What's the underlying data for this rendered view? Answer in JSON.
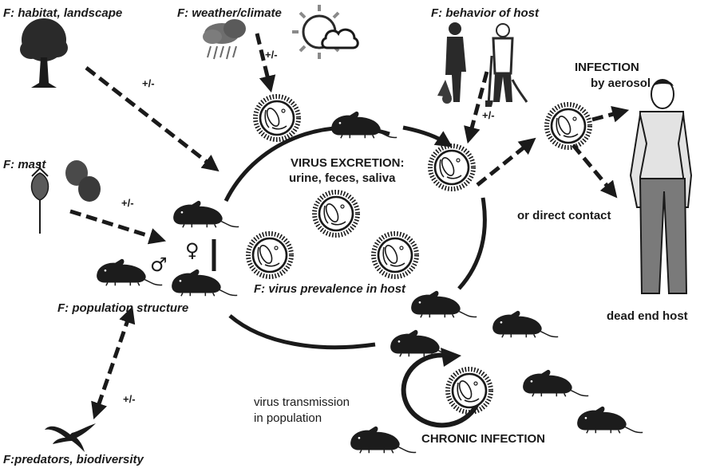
{
  "factors": {
    "habitat": "F: habitat, landscape",
    "weather": "F: weather/climate",
    "behavior": "F: behavior of host",
    "mast": "F: mast",
    "population": "F: population structure",
    "predators": "F:predators, biodiversity",
    "prevalence": "F: virus prevalence in host"
  },
  "modifiers": {
    "habitat": "+/-",
    "weather": "+/-",
    "behavior": "+/-",
    "mast": "+/-",
    "predators": "+/-"
  },
  "labels": {
    "excretion_title": "VIRUS EXCRETION:",
    "excretion_routes": "urine, feces, saliva",
    "infection_title": "INFECTION",
    "infection_route": "by aerosol",
    "direct_contact": "or direct contact",
    "dead_end_host": "dead end host",
    "transmission_line1": "virus transmission",
    "transmission_line2": "in population",
    "chronic_infection": "CHRONIC INFECTION"
  },
  "symbols": {
    "male": "♂",
    "female": "♀"
  },
  "icons": [
    "tree-icon",
    "storm-cloud-icon",
    "sun-cloud-icon",
    "workers-icon",
    "mast-fruit-icon",
    "rodent-icon",
    "virus-particle-icon",
    "human-figure-icon",
    "bird-of-prey-icon"
  ],
  "colors": {
    "ink": "#1a1a1a",
    "rodent": "#1c1c1c",
    "virus_fill": "#ffffff",
    "shirt": "#e3e3e3",
    "trousers": "#7a7a7a"
  }
}
